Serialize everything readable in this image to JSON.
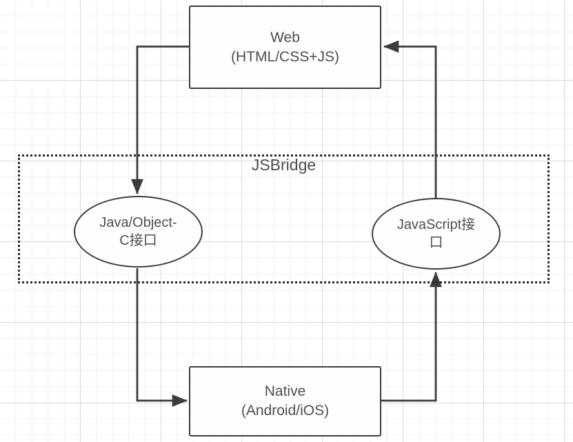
{
  "diagram": {
    "title": "JSBridge architecture diagram",
    "background": {
      "grid": "on",
      "grid_color": "#e8e8e8",
      "paper_color": "#ffffff"
    },
    "colors": {
      "stroke": "#3c3c3c",
      "text": "#4d4d4d",
      "group_border": "#272727",
      "node_fill": "#fefefe"
    },
    "group": {
      "label": "JSBridge",
      "border_style": "dotted"
    },
    "nodes": [
      {
        "id": "web",
        "shape": "rectangle",
        "label": "Web\n(HTML/CSS+JS)"
      },
      {
        "id": "java-interface",
        "shape": "ellipse",
        "label": "Java/Object-\nC接口"
      },
      {
        "id": "js-interface",
        "shape": "ellipse",
        "label": "JavaScript接\n口"
      },
      {
        "id": "native",
        "shape": "rectangle",
        "label": "Native\n(Android/iOS)"
      }
    ],
    "edges": [
      {
        "id": "web-to-java",
        "from": "web",
        "to": "java-interface",
        "label": "",
        "arrow": "end"
      },
      {
        "id": "java-to-native",
        "from": "java-interface",
        "to": "native",
        "label": "",
        "arrow": "end"
      },
      {
        "id": "native-to-js",
        "from": "native",
        "to": "js-interface",
        "label": "",
        "arrow": "end"
      },
      {
        "id": "js-to-web",
        "from": "js-interface",
        "to": "web",
        "label": "",
        "arrow": "end"
      }
    ]
  }
}
